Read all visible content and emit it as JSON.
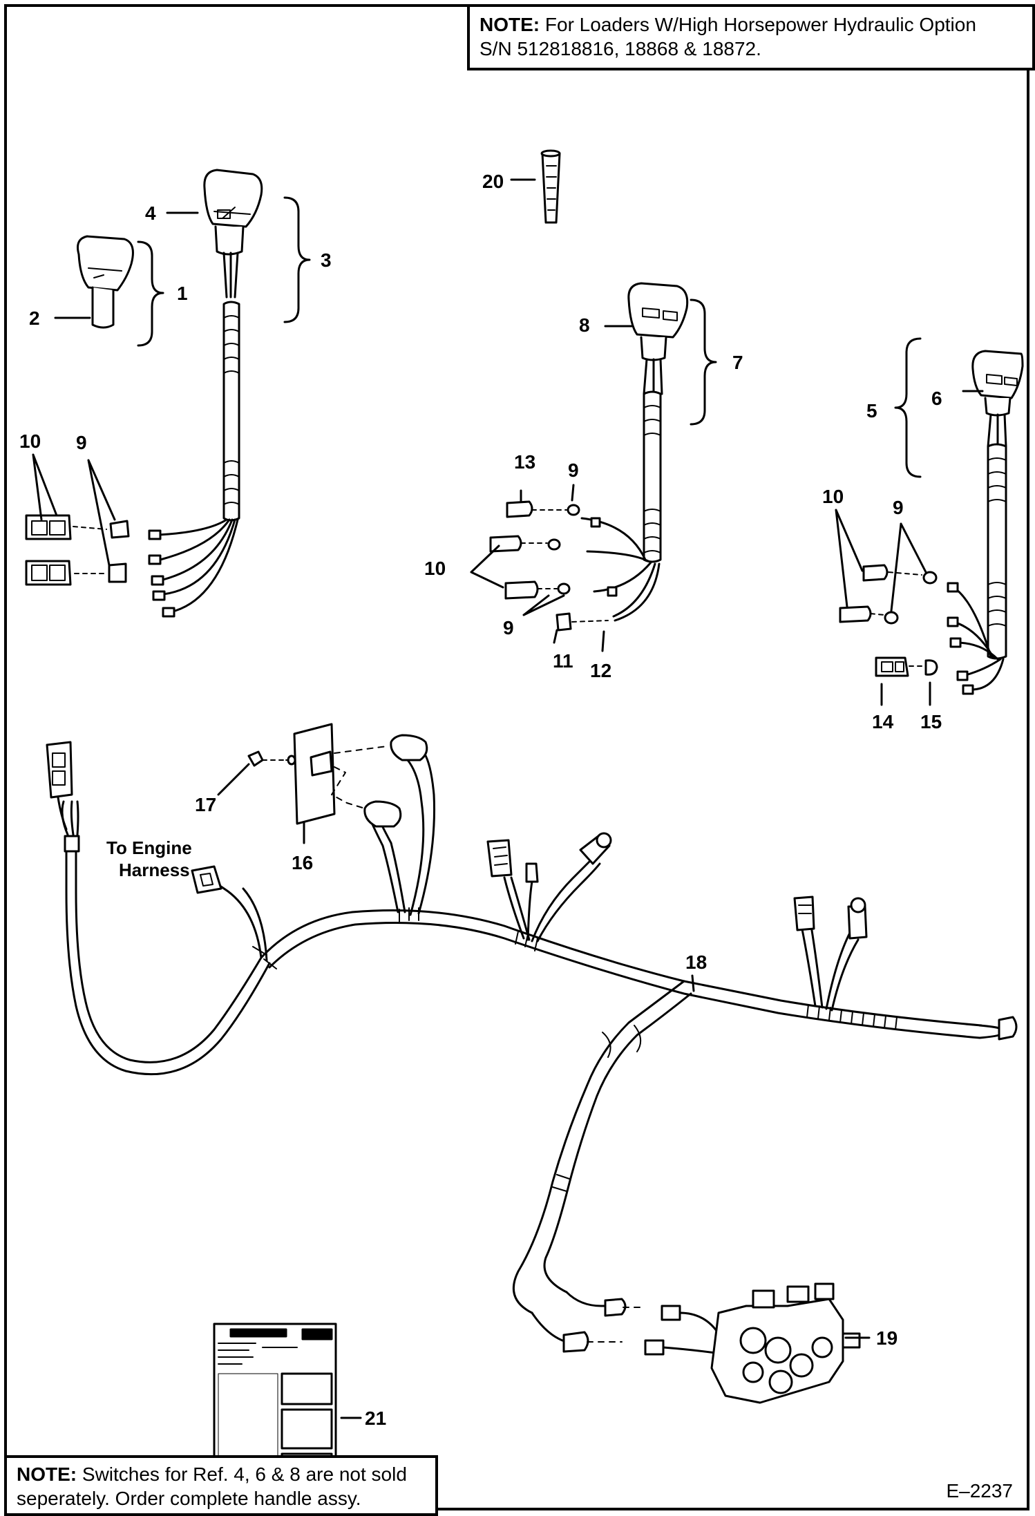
{
  "notes": {
    "top": {
      "label": "NOTE:",
      "line1": "For Loaders W/High Horsepower Hydraulic Option",
      "line2": "S/N 512818816, 18868 & 18872."
    },
    "bottom": {
      "label": "NOTE:",
      "line1": "Switches for Ref. 4, 6 & 8 are not sold",
      "line2": "seperately.  Order complete handle assy."
    }
  },
  "drawing_number": "E–2237",
  "engine_harness_label": {
    "line1": "To Engine",
    "line2": "Harness"
  },
  "callouts": {
    "c1": "1",
    "c2": "2",
    "c3": "3",
    "c4": "4",
    "c5": "5",
    "c6": "6",
    "c7": "7",
    "c8": "8",
    "c9a": "9",
    "c9b": "9",
    "c9c": "9",
    "c9d": "9",
    "c10a": "10",
    "c10b": "10",
    "c10c": "10",
    "c11": "11",
    "c12": "12",
    "c13": "13",
    "c14": "14",
    "c15": "15",
    "c16": "16",
    "c17": "17",
    "c18": "18",
    "c19": "19",
    "c20": "20",
    "c21": "21"
  },
  "decal": {
    "title": "INSTRUCTIONS"
  }
}
